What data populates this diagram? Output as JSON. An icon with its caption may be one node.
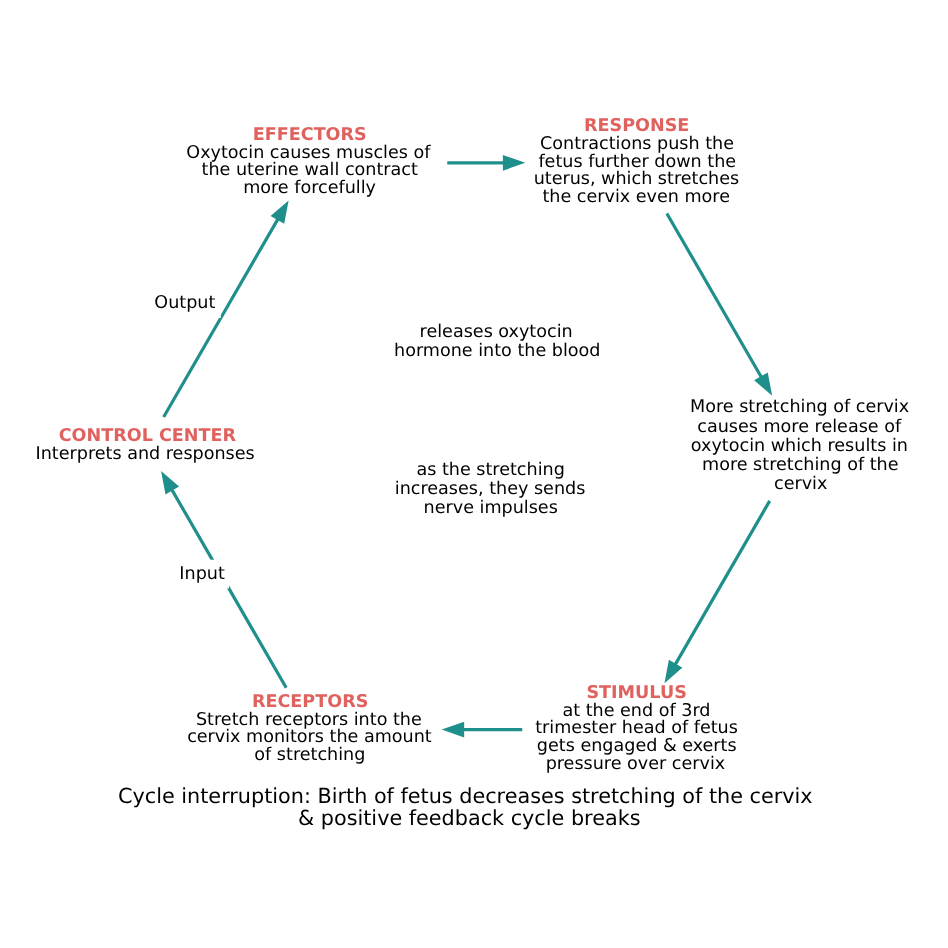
{
  "diagram": {
    "caption": "Cycle interruption: Birth of fetus decreases stretching of the cervix & positive feedback cycle breaks",
    "nodes": [
      {
        "text": [
          "STIMULUS",
          "at the end of 3rd trimester head of fetus gets engaged & exerts pressure over cervix"
        ]
      },
      {
        "text": [
          "RECEPTORS",
          "Stretch receptors into the cervix monitors the amount of stretching"
        ]
      },
      {
        "text": [
          "CONTROL CENTER",
          "Interprets and responses"
        ]
      },
      {
        "text": [
          "EFFECTORS",
          "Oxytocin causes muscles of the uterine wall contract more forcefully"
        ]
      },
      {
        "text": [
          "RESPONSE",
          "Contractions push the fetus further down the uterus, which stretches the cervix even more"
        ]
      },
      {
        "text": [
          "More stretching of cervix causes more release of oxytocin which results in more stretching of the cervix"
        ]
      }
    ],
    "edges": [
      {
        "from": 0,
        "to": 1,
        "arrow": "to"
      },
      {
        "from": 1,
        "to": 2,
        "arrow": "to",
        "label": "Input"
      },
      {
        "from": 2,
        "to": 3,
        "arrow": "to",
        "label": "Output"
      },
      {
        "from": 3,
        "to": 4,
        "arrow": "to"
      },
      {
        "from": 4,
        "to": 5,
        "arrow": "to"
      },
      {
        "from": 5,
        "to": 0,
        "arrow": "to"
      }
    ],
    "labels": [
      "as the stretching increases, they sends nerve impulses",
      "releases oxytocin hormone into the blood"
    ]
  }
}
